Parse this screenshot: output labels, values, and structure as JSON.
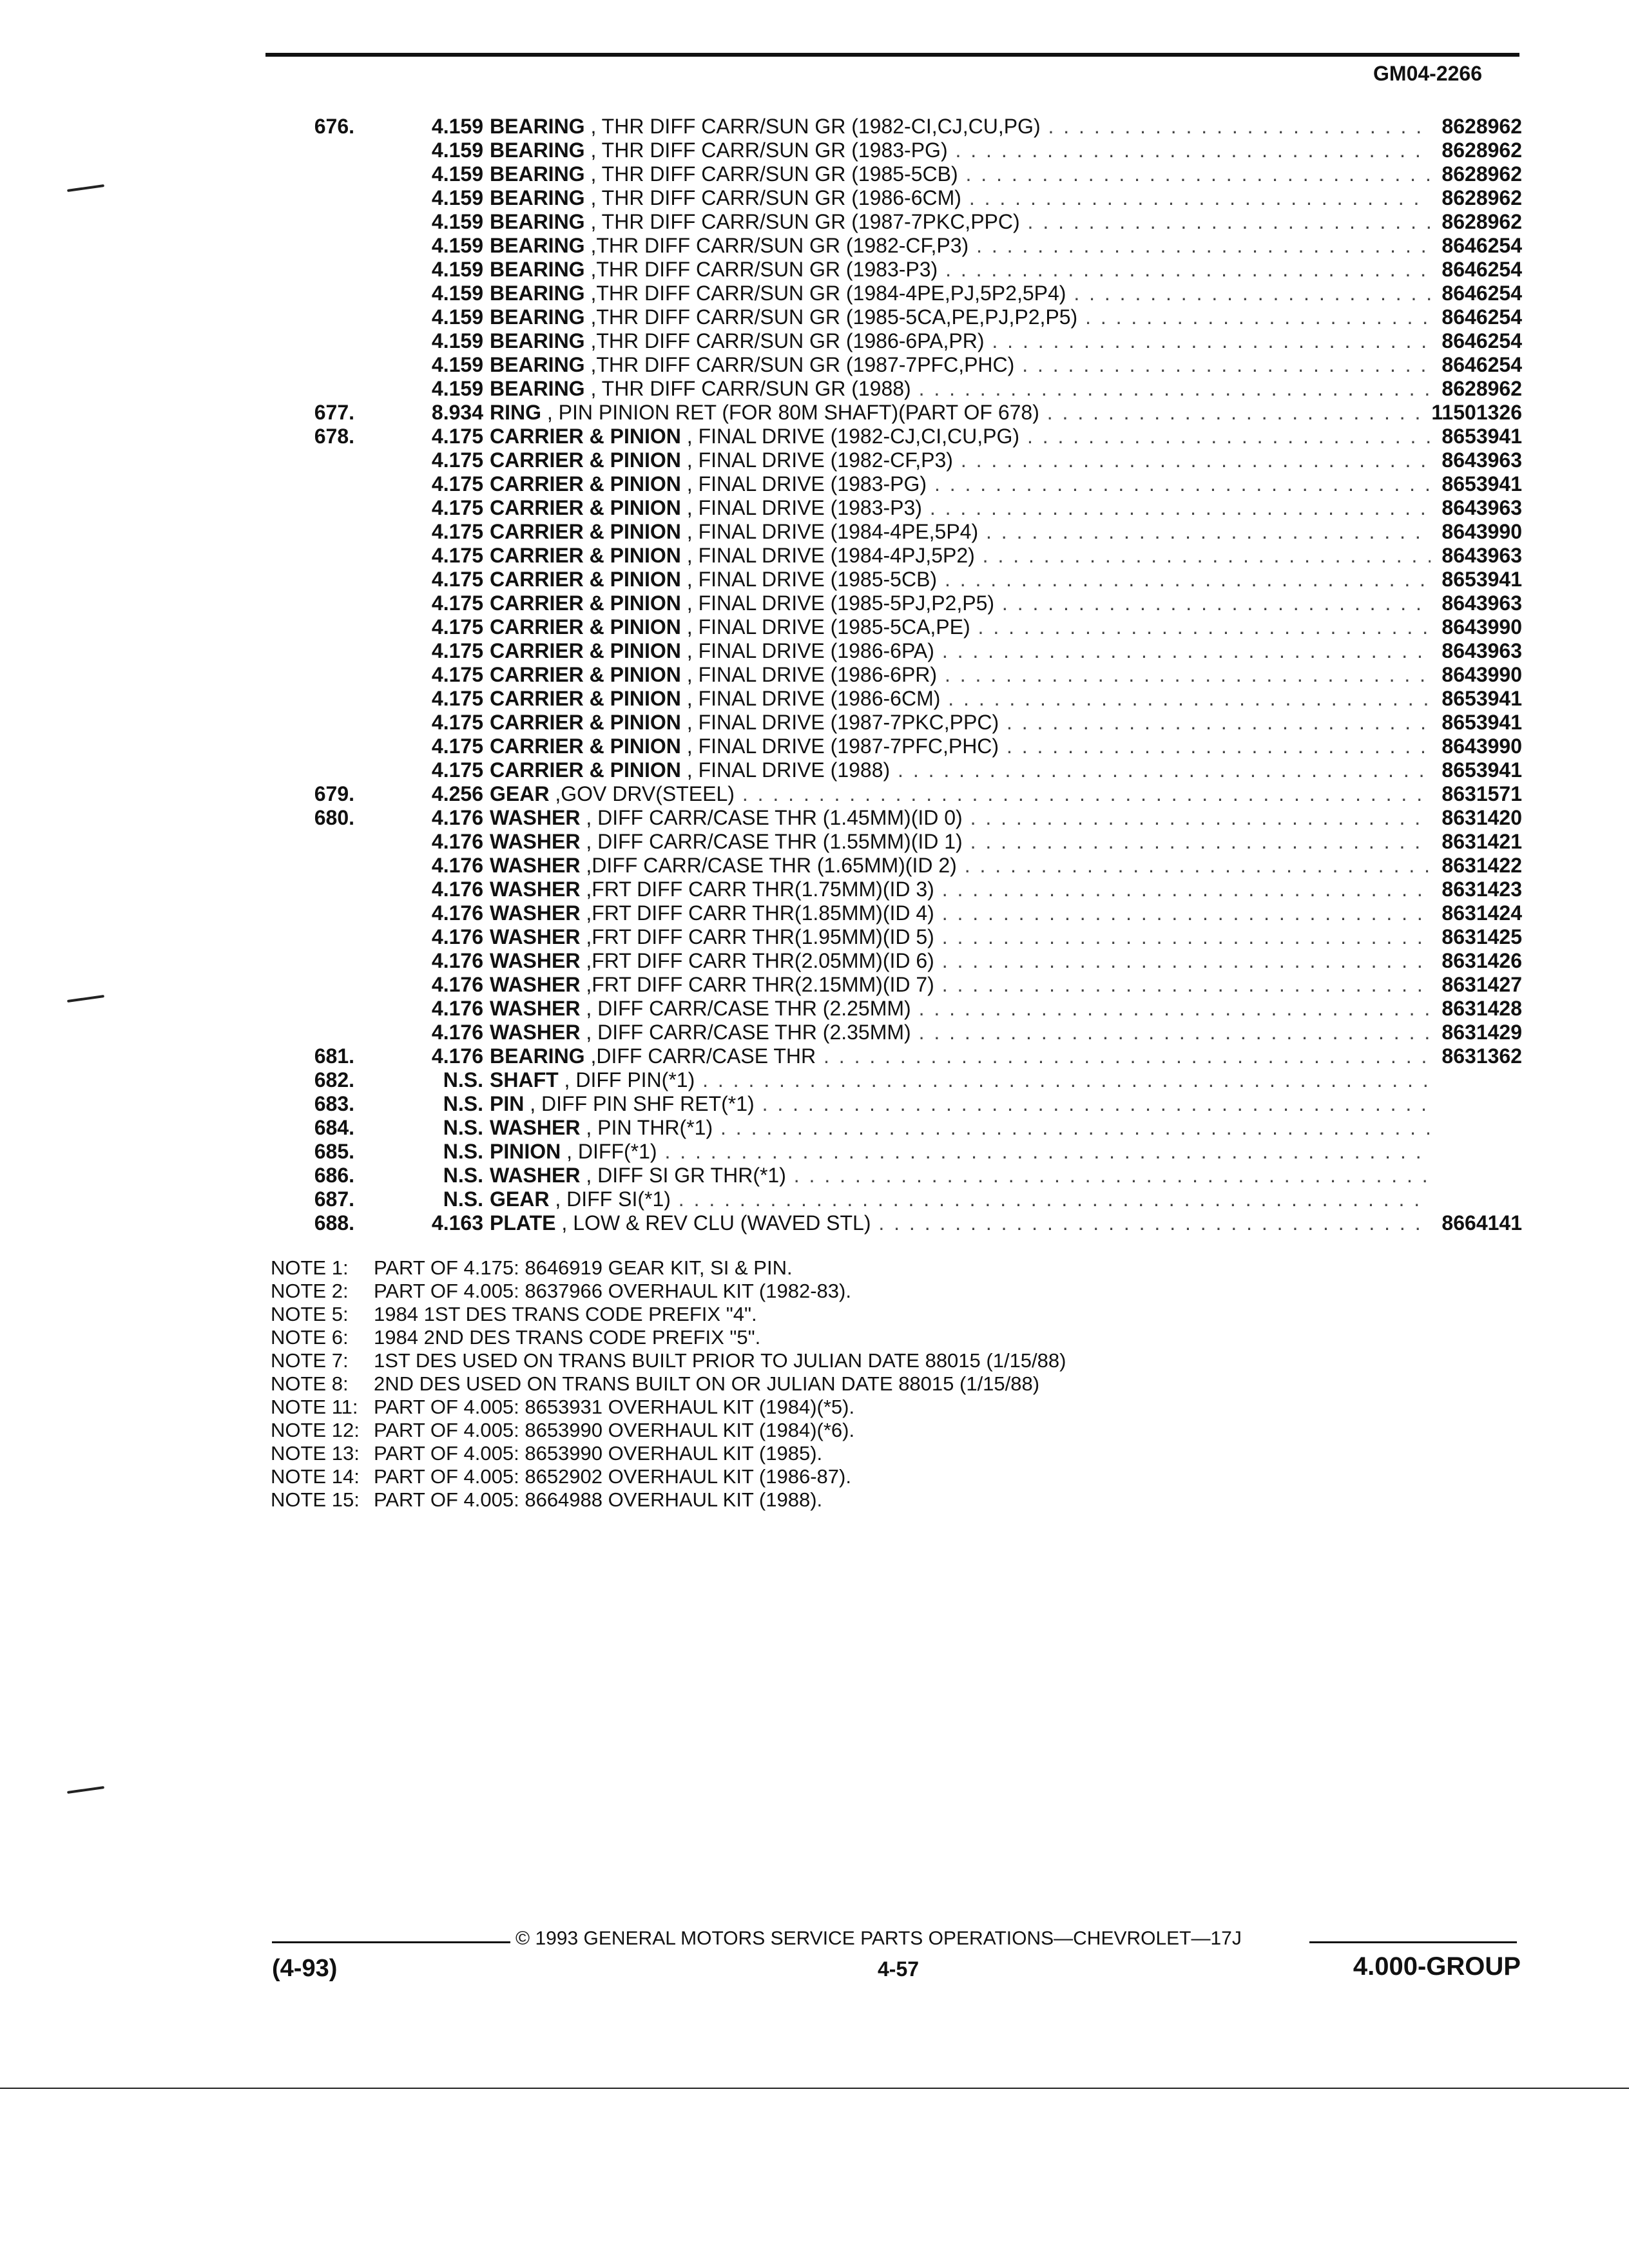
{
  "header": {
    "doc_code": "GM04-2266"
  },
  "rows": [
    {
      "ref": "676.",
      "grp": "4.159",
      "name": "BEARING",
      "rest": " , THR DIFF CARR/SUN GR (1982-CI,CJ,CU,PG)",
      "pn": "8628962"
    },
    {
      "ref": "",
      "grp": "4.159",
      "name": "BEARING",
      "rest": " , THR DIFF CARR/SUN GR (1983-PG)",
      "pn": "8628962"
    },
    {
      "ref": "",
      "grp": "4.159",
      "name": "BEARING",
      "rest": " , THR DIFF CARR/SUN GR (1985-5CB)",
      "pn": "8628962"
    },
    {
      "ref": "",
      "grp": "4.159",
      "name": "BEARING",
      "rest": " , THR DIFF CARR/SUN GR (1986-6CM)",
      "pn": "8628962"
    },
    {
      "ref": "",
      "grp": "4.159",
      "name": "BEARING",
      "rest": " , THR DIFF CARR/SUN GR (1987-7PKC,PPC)",
      "pn": "8628962"
    },
    {
      "ref": "",
      "grp": "4.159",
      "name": "BEARING",
      "rest": " ,THR DIFF CARR/SUN GR (1982-CF,P3)",
      "pn": "8646254"
    },
    {
      "ref": "",
      "grp": "4.159",
      "name": "BEARING",
      "rest": " ,THR DIFF CARR/SUN GR (1983-P3)",
      "pn": "8646254"
    },
    {
      "ref": "",
      "grp": "4.159",
      "name": "BEARING",
      "rest": " ,THR DIFF CARR/SUN GR (1984-4PE,PJ,5P2,5P4)",
      "pn": "8646254"
    },
    {
      "ref": "",
      "grp": "4.159",
      "name": "BEARING",
      "rest": " ,THR DIFF CARR/SUN GR (1985-5CA,PE,PJ,P2,P5)",
      "pn": "8646254"
    },
    {
      "ref": "",
      "grp": "4.159",
      "name": "BEARING",
      "rest": " ,THR DIFF CARR/SUN GR (1986-6PA,PR)",
      "pn": "8646254"
    },
    {
      "ref": "",
      "grp": "4.159",
      "name": "BEARING",
      "rest": " ,THR DIFF CARR/SUN GR (1987-7PFC,PHC)",
      "pn": "8646254"
    },
    {
      "ref": "",
      "grp": "4.159",
      "name": "BEARING",
      "rest": " , THR DIFF CARR/SUN GR (1988)",
      "pn": "8628962"
    },
    {
      "ref": "677.",
      "grp": "8.934",
      "name": "RING",
      "rest": " , PIN PINION RET (FOR 80M SHAFT)(PART OF 678)",
      "pn": "11501326"
    },
    {
      "ref": "678.",
      "grp": "4.175",
      "name": "CARRIER & PINION",
      "rest": " , FINAL DRIVE (1982-CJ,CI,CU,PG)",
      "pn": "8653941"
    },
    {
      "ref": "",
      "grp": "4.175",
      "name": "CARRIER & PINION",
      "rest": " , FINAL DRIVE (1982-CF,P3)",
      "pn": "8643963"
    },
    {
      "ref": "",
      "grp": "4.175",
      "name": "CARRIER & PINION",
      "rest": " , FINAL DRIVE (1983-PG)",
      "pn": "8653941"
    },
    {
      "ref": "",
      "grp": "4.175",
      "name": "CARRIER & PINION",
      "rest": " , FINAL DRIVE (1983-P3)",
      "pn": "8643963"
    },
    {
      "ref": "",
      "grp": "4.175",
      "name": "CARRIER & PINION",
      "rest": " , FINAL DRIVE (1984-4PE,5P4)",
      "pn": "8643990"
    },
    {
      "ref": "",
      "grp": "4.175",
      "name": "CARRIER & PINION",
      "rest": " , FINAL DRIVE (1984-4PJ,5P2)",
      "pn": "8643963"
    },
    {
      "ref": "",
      "grp": "4.175",
      "name": "CARRIER & PINION",
      "rest": " , FINAL DRIVE (1985-5CB)",
      "pn": "8653941"
    },
    {
      "ref": "",
      "grp": "4.175",
      "name": "CARRIER & PINION",
      "rest": " , FINAL DRIVE (1985-5PJ,P2,P5)",
      "pn": "8643963"
    },
    {
      "ref": "",
      "grp": "4.175",
      "name": "CARRIER & PINION",
      "rest": " , FINAL DRIVE (1985-5CA,PE)",
      "pn": "8643990"
    },
    {
      "ref": "",
      "grp": "4.175",
      "name": "CARRIER & PINION",
      "rest": " , FINAL DRIVE (1986-6PA)",
      "pn": "8643963"
    },
    {
      "ref": "",
      "grp": "4.175",
      "name": "CARRIER & PINION",
      "rest": " , FINAL DRIVE (1986-6PR)",
      "pn": "8643990"
    },
    {
      "ref": "",
      "grp": "4.175",
      "name": "CARRIER & PINION",
      "rest": " , FINAL DRIVE (1986-6CM)",
      "pn": "8653941"
    },
    {
      "ref": "",
      "grp": "4.175",
      "name": "CARRIER & PINION",
      "rest": " , FINAL DRIVE (1987-7PKC,PPC)",
      "pn": "8653941"
    },
    {
      "ref": "",
      "grp": "4.175",
      "name": "CARRIER & PINION",
      "rest": " , FINAL DRIVE (1987-7PFC,PHC)",
      "pn": "8643990"
    },
    {
      "ref": "",
      "grp": "4.175",
      "name": "CARRIER & PINION",
      "rest": " , FINAL DRIVE (1988)",
      "pn": "8653941"
    },
    {
      "ref": "679.",
      "grp": "4.256",
      "name": "GEAR",
      "rest": " ,GOV DRV(STEEL)",
      "pn": "8631571"
    },
    {
      "ref": "680.",
      "grp": "4.176",
      "name": "WASHER",
      "rest": " , DIFF CARR/CASE THR (1.45MM)(ID 0)",
      "pn": "8631420"
    },
    {
      "ref": "",
      "grp": "4.176",
      "name": "WASHER",
      "rest": " , DIFF CARR/CASE THR (1.55MM)(ID 1)",
      "pn": "8631421"
    },
    {
      "ref": "",
      "grp": "4.176",
      "name": "WASHER",
      "rest": " ,DIFF CARR/CASE THR (1.65MM)(ID 2)",
      "pn": "8631422"
    },
    {
      "ref": "",
      "grp": "4.176",
      "name": "WASHER",
      "rest": " ,FRT DIFF CARR THR(1.75MM)(ID 3)",
      "pn": "8631423"
    },
    {
      "ref": "",
      "grp": "4.176",
      "name": "WASHER",
      "rest": " ,FRT DIFF CARR THR(1.85MM)(ID 4)",
      "pn": "8631424"
    },
    {
      "ref": "",
      "grp": "4.176",
      "name": "WASHER",
      "rest": " ,FRT DIFF CARR THR(1.95MM)(ID 5)",
      "pn": "8631425"
    },
    {
      "ref": "",
      "grp": "4.176",
      "name": "WASHER",
      "rest": " ,FRT DIFF CARR THR(2.05MM)(ID 6)",
      "pn": "8631426"
    },
    {
      "ref": "",
      "grp": "4.176",
      "name": "WASHER",
      "rest": " ,FRT DIFF CARR THR(2.15MM)(ID 7)",
      "pn": "8631427"
    },
    {
      "ref": "",
      "grp": "4.176",
      "name": "WASHER",
      "rest": " , DIFF CARR/CASE THR (2.25MM)",
      "pn": "8631428"
    },
    {
      "ref": "",
      "grp": "4.176",
      "name": "WASHER",
      "rest": " , DIFF CARR/CASE THR (2.35MM)",
      "pn": "8631429"
    },
    {
      "ref": "681.",
      "grp": "4.176",
      "name": "BEARING",
      "rest": " ,DIFF CARR/CASE THR",
      "pn": "8631362"
    },
    {
      "ref": "682.",
      "grp": "N.S.",
      "name": "SHAFT",
      "rest": " , DIFF PIN(*1)",
      "pn": ""
    },
    {
      "ref": "683.",
      "grp": "N.S.",
      "name": "PIN",
      "rest": " , DIFF PIN SHF RET(*1)",
      "pn": ""
    },
    {
      "ref": "684.",
      "grp": "N.S.",
      "name": "WASHER",
      "rest": " , PIN THR(*1)",
      "pn": ""
    },
    {
      "ref": "685.",
      "grp": "N.S.",
      "name": "PINION",
      "rest": " , DIFF(*1)",
      "pn": ""
    },
    {
      "ref": "686.",
      "grp": "N.S.",
      "name": "WASHER",
      "rest": " , DIFF SI GR THR(*1)",
      "pn": ""
    },
    {
      "ref": "687.",
      "grp": "N.S.",
      "name": "GEAR",
      "rest": " , DIFF SI(*1)",
      "pn": ""
    },
    {
      "ref": "688.",
      "grp": "4.163",
      "name": "PLATE",
      "rest": " , LOW & REV CLU (WAVED STL)",
      "pn": "8664141"
    }
  ],
  "notes": [
    {
      "label": "NOTE  1:",
      "text": "PART OF 4.175: 8646919 GEAR KIT, SI & PIN."
    },
    {
      "label": "NOTE  2:",
      "text": "PART OF 4.005: 8637966 OVERHAUL KIT (1982-83)."
    },
    {
      "label": "NOTE  5:",
      "text": "1984 1ST DES TRANS CODE PREFIX \"4\"."
    },
    {
      "label": "NOTE  6:",
      "text": "1984 2ND DES TRANS CODE PREFIX \"5\"."
    },
    {
      "label": "NOTE  7:",
      "text": "1ST DES USED ON TRANS BUILT PRIOR TO JULIAN DATE 88015 (1/15/88)"
    },
    {
      "label": "NOTE  8:",
      "text": "2ND DES USED ON TRANS BUILT ON OR JULIAN DATE 88015 (1/15/88)"
    },
    {
      "label": "NOTE  11:",
      "text": "PART OF 4.005: 8653931 OVERHAUL KIT (1984)(*5)."
    },
    {
      "label": "NOTE  12:",
      "text": "PART OF 4.005: 8653990 OVERHAUL KIT (1984)(*6)."
    },
    {
      "label": "NOTE  13:",
      "text": "PART OF 4.005: 8653990 OVERHAUL KIT (1985)."
    },
    {
      "label": "NOTE  14:",
      "text": "PART OF 4.005: 8652902 OVERHAUL KIT (1986-87)."
    },
    {
      "label": "NOTE  15:",
      "text": "PART OF 4.005: 8664988 OVERHAUL KIT (1988)."
    }
  ],
  "footer": {
    "copyright": "© 1993  GENERAL MOTORS SERVICE PARTS OPERATIONS—CHEVROLET—17J",
    "date": "(4-93)",
    "page": "4-57",
    "group": "4.000-GROUP"
  }
}
